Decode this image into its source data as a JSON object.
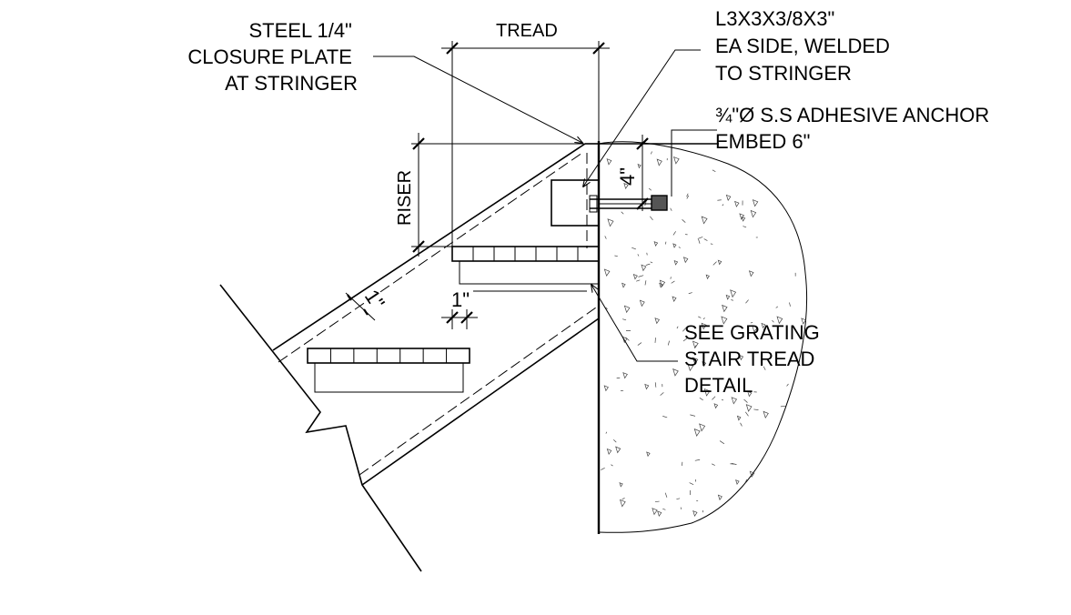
{
  "labels": {
    "closure_plate": [
      "STEEL 1/4\"",
      "CLOSURE PLATE",
      "AT STRINGER"
    ],
    "tread": "TREAD",
    "angle": [
      "L3X3X3/8X3\"",
      "EA SIDE, WELDED",
      "TO STRINGER"
    ],
    "anchor": [
      "¾\"Ø S.S ADHESIVE ANCHOR",
      "EMBED 6\""
    ],
    "riser": "RISER",
    "four_inch": "4\"",
    "one_inch_slope": "1\"",
    "one_inch": "1\"",
    "grating": [
      "SEE GRATING",
      "STAIR TREAD",
      "DETAIL"
    ]
  },
  "colors": {
    "line": "#000000",
    "anchor_fill": "#555555",
    "background": "#ffffff"
  }
}
